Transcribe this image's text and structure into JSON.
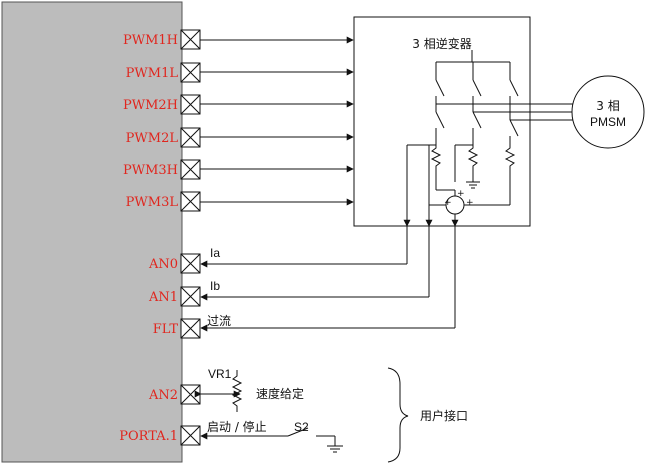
{
  "mcu": {
    "outputs": [
      "PWM1H",
      "PWM1L",
      "PWM2H",
      "PWM2L",
      "PWM3H",
      "PWM3L"
    ],
    "inputs": [
      "AN0",
      "AN1",
      "FLT",
      "AN2",
      "PORTA.1"
    ]
  },
  "inverter": {
    "title": "3 相逆变器"
  },
  "motor": {
    "line1": "3 相",
    "line2": "PMSM"
  },
  "signals": {
    "ia": "Ia",
    "ib": "Ib",
    "overcurrent": "过流",
    "vr1": "VR1",
    "speed_setting": "速度给定",
    "start_stop": "启动 / 停止",
    "s2": "S2"
  },
  "user_interface": {
    "label": "用户接口"
  },
  "colors": {
    "mcu_fill": "#bcbcbc",
    "pin_text": "#e0261e",
    "line": "#111111"
  }
}
